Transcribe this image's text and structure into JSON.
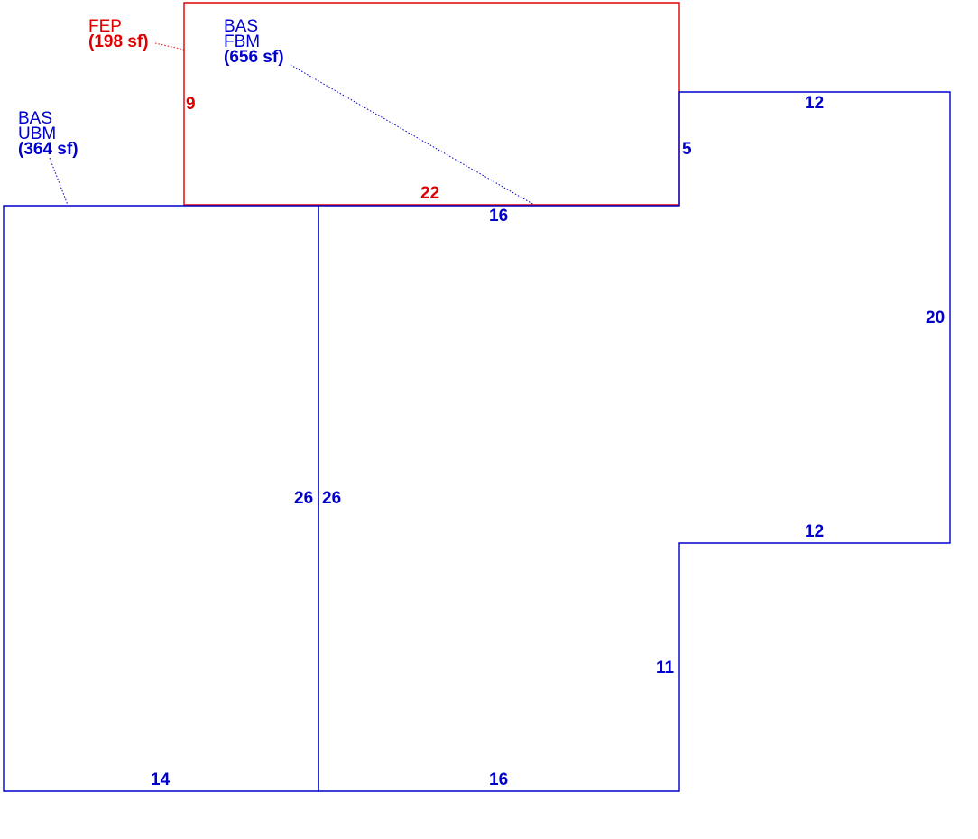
{
  "colors": {
    "bas": "#0000cc",
    "fep": "#dd0000"
  },
  "areas": {
    "fep": {
      "code": "FEP",
      "area": "(198 sf)"
    },
    "fbm": {
      "code": "BAS",
      "subcode": "FBM",
      "area": "(656 sf)"
    },
    "ubm": {
      "code": "BAS",
      "subcode": "UBM",
      "area": "(364 sf)"
    }
  },
  "dimensions": {
    "fep_side": "9",
    "fep_bottom": "22",
    "fbm_top_right": "12",
    "fbm_step_left": "5",
    "fbm_top_middle": "16",
    "fbm_right": "20",
    "fbm_lower_step": "12",
    "fbm_lower_right": "11",
    "fbm_bottom": "16",
    "ubm_bottom": "14",
    "ubm_right": "26",
    "fbm_left": "26"
  }
}
